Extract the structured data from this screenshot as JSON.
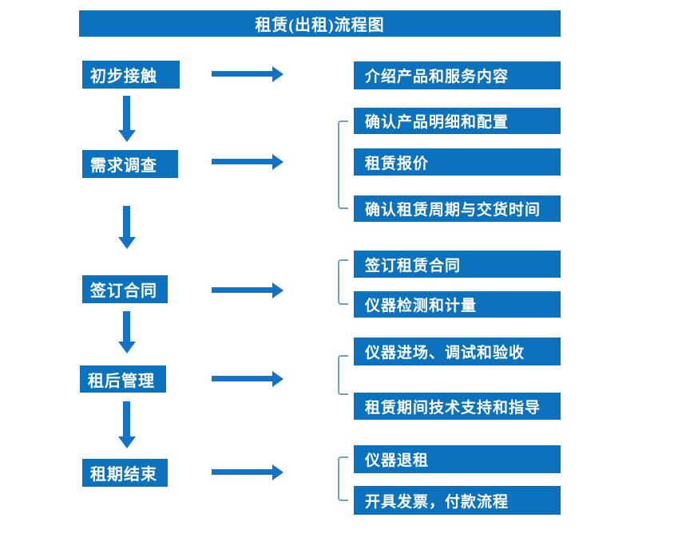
{
  "title": "租赁(出租)流程图",
  "colors": {
    "box": "#0C72BE",
    "arrow": "#1273C7",
    "bracket": "#6FA0CF",
    "text": "#FFFFFF",
    "background": "#FFFFFF"
  },
  "steps": [
    {
      "label": "初步接触"
    },
    {
      "label": "需求调查"
    },
    {
      "label": "签订合同"
    },
    {
      "label": "租后管理"
    },
    {
      "label": "租期结束"
    }
  ],
  "details": [
    {
      "label": "介绍产品和服务内容"
    },
    {
      "label": "确认产品明细和配置"
    },
    {
      "label": "租赁报价"
    },
    {
      "label": "确认租赁周期与交货时间"
    },
    {
      "label": "签订租赁合同"
    },
    {
      "label": "仪器检测和计量"
    },
    {
      "label": "仪器进场、调试和验收"
    },
    {
      "label": "租赁期间技术支持和指导"
    },
    {
      "label": "仪器退租"
    },
    {
      "label": "开具发票，付款流程"
    }
  ]
}
